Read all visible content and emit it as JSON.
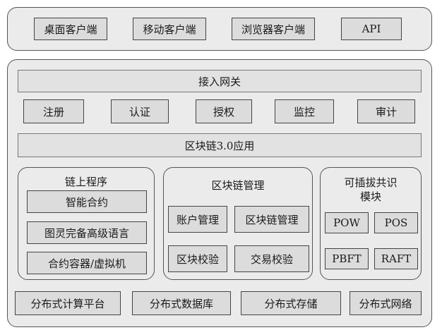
{
  "clients": [
    "桌面客户端",
    "移动客户端",
    "浏览器客户端",
    "API"
  ],
  "gateway": "接入网关",
  "functions": [
    "注册",
    "认证",
    "授权",
    "监控",
    "审计"
  ],
  "app_layer": "区块链3.0应用",
  "onchain": {
    "title": "链上程序",
    "items": [
      "智能合约",
      "图灵完备高级语言",
      "合约容器/虚拟机"
    ]
  },
  "management": {
    "title": "区块链管理",
    "items": [
      "账户管理",
      "区块链管理",
      "区块校验",
      "交易校验"
    ]
  },
  "consensus": {
    "title_line1": "可插拔共识",
    "title_line2": "模块",
    "items": [
      "POW",
      "POS",
      "PBFT",
      "RAFT"
    ]
  },
  "infrastructure": [
    "分布式计算平台",
    "分布式数据库",
    "分布式存储",
    "分布式网络"
  ]
}
